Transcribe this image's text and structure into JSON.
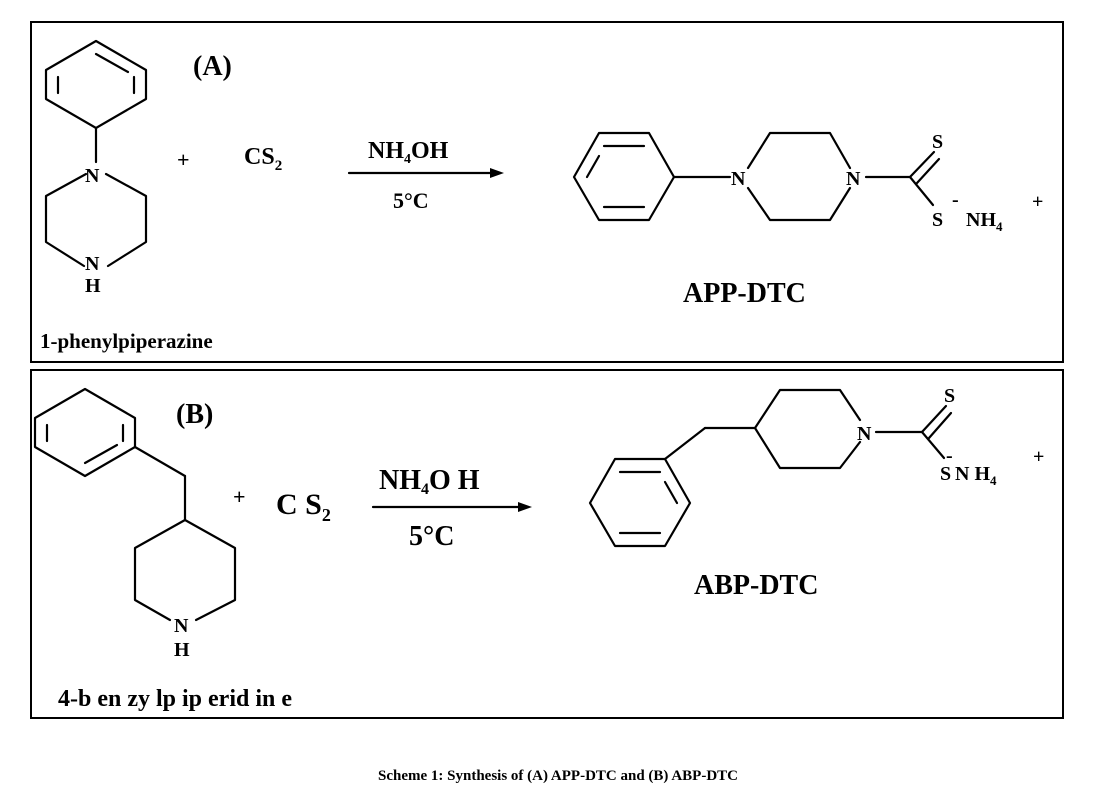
{
  "panel_a": {
    "label": "(A)",
    "plus": "+",
    "reagent_main": "CS",
    "reagent_sub": "2",
    "condition_top_a": "NH",
    "condition_top_sub": "4",
    "condition_top_b": "OH",
    "condition_bottom": "5°C",
    "product_name": "APP-DTC",
    "starting_material": "1-phenylpiperazine",
    "atoms": {
      "n": "N",
      "h": "H",
      "s": "S",
      "minus": "-",
      "nh": "NH",
      "nh_sub": "4",
      "plus": "+"
    }
  },
  "panel_b": {
    "label": "(B)",
    "plus": "+",
    "reagent_main": "C S",
    "reagent_sub": "2",
    "condition_top_a": "NH",
    "condition_top_sub": "4",
    "condition_top_b": "O H",
    "condition_bottom": "5°C",
    "product_name": "ABP-DTC",
    "starting_material": "4-b en zy lp ip erid in e",
    "atoms": {
      "n": "N",
      "h": "H",
      "s": "S",
      "minus": "-",
      "nh": "N H",
      "nh_sub": "4",
      "plus": "+"
    }
  },
  "caption": "Scheme 1: Synthesis of (A) APP-DTC and (B) ABP-DTC"
}
